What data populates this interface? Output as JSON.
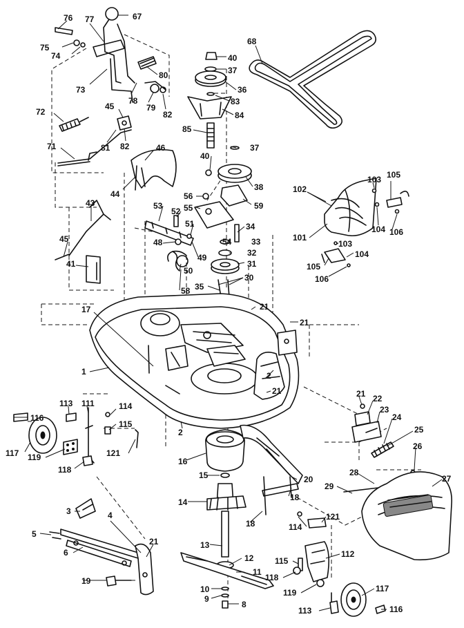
{
  "callouts": [
    {
      "text": "76"
    },
    {
      "text": "77"
    },
    {
      "text": "67"
    },
    {
      "text": "75"
    },
    {
      "text": "74"
    },
    {
      "text": "73"
    },
    {
      "text": "80"
    },
    {
      "text": "78"
    },
    {
      "text": "79"
    },
    {
      "text": "82"
    },
    {
      "text": "72"
    },
    {
      "text": "45"
    },
    {
      "text": "81"
    },
    {
      "text": "82"
    },
    {
      "text": "71"
    },
    {
      "text": "46"
    },
    {
      "text": "44"
    },
    {
      "text": "43"
    },
    {
      "text": "45"
    },
    {
      "text": "41"
    },
    {
      "text": "40"
    },
    {
      "text": "37"
    },
    {
      "text": "36"
    },
    {
      "text": "83"
    },
    {
      "text": "84"
    },
    {
      "text": "85"
    },
    {
      "text": "40"
    },
    {
      "text": "37"
    },
    {
      "text": "38"
    },
    {
      "text": "59"
    },
    {
      "text": "56"
    },
    {
      "text": "55"
    },
    {
      "text": "53"
    },
    {
      "text": "52"
    },
    {
      "text": "51"
    },
    {
      "text": "48"
    },
    {
      "text": "49"
    },
    {
      "text": "50"
    },
    {
      "text": "58"
    },
    {
      "text": "34"
    },
    {
      "text": "54"
    },
    {
      "text": "33"
    },
    {
      "text": "32"
    },
    {
      "text": "31"
    },
    {
      "text": "30"
    },
    {
      "text": "35"
    },
    {
      "text": "68"
    },
    {
      "text": "102"
    },
    {
      "text": "103"
    },
    {
      "text": "105"
    },
    {
      "text": "101"
    },
    {
      "text": "104"
    },
    {
      "text": "106"
    },
    {
      "text": "103"
    },
    {
      "text": "104"
    },
    {
      "text": "105"
    },
    {
      "text": "106"
    },
    {
      "text": "17"
    },
    {
      "text": "21"
    },
    {
      "text": "21"
    },
    {
      "text": "1"
    },
    {
      "text": "2"
    },
    {
      "text": "21"
    },
    {
      "text": "116"
    },
    {
      "text": "113"
    },
    {
      "text": "111"
    },
    {
      "text": "114"
    },
    {
      "text": "115"
    },
    {
      "text": "117"
    },
    {
      "text": "119"
    },
    {
      "text": "121"
    },
    {
      "text": "118"
    },
    {
      "text": "2"
    },
    {
      "text": "16"
    },
    {
      "text": "15"
    },
    {
      "text": "14"
    },
    {
      "text": "13"
    },
    {
      "text": "12"
    },
    {
      "text": "11"
    },
    {
      "text": "10"
    },
    {
      "text": "9"
    },
    {
      "text": "8"
    },
    {
      "text": "20"
    },
    {
      "text": "18"
    },
    {
      "text": "18"
    },
    {
      "text": "21"
    },
    {
      "text": "22"
    },
    {
      "text": "23"
    },
    {
      "text": "24"
    },
    {
      "text": "25"
    },
    {
      "text": "26"
    },
    {
      "text": "28"
    },
    {
      "text": "27"
    },
    {
      "text": "29"
    },
    {
      "text": "114"
    },
    {
      "text": "121"
    },
    {
      "text": "115"
    },
    {
      "text": "112"
    },
    {
      "text": "118"
    },
    {
      "text": "119"
    },
    {
      "text": "117"
    },
    {
      "text": "113"
    },
    {
      "text": "116"
    },
    {
      "text": "3"
    },
    {
      "text": "4"
    },
    {
      "text": "5"
    },
    {
      "text": "6"
    },
    {
      "text": "21"
    },
    {
      "text": "19"
    }
  ]
}
